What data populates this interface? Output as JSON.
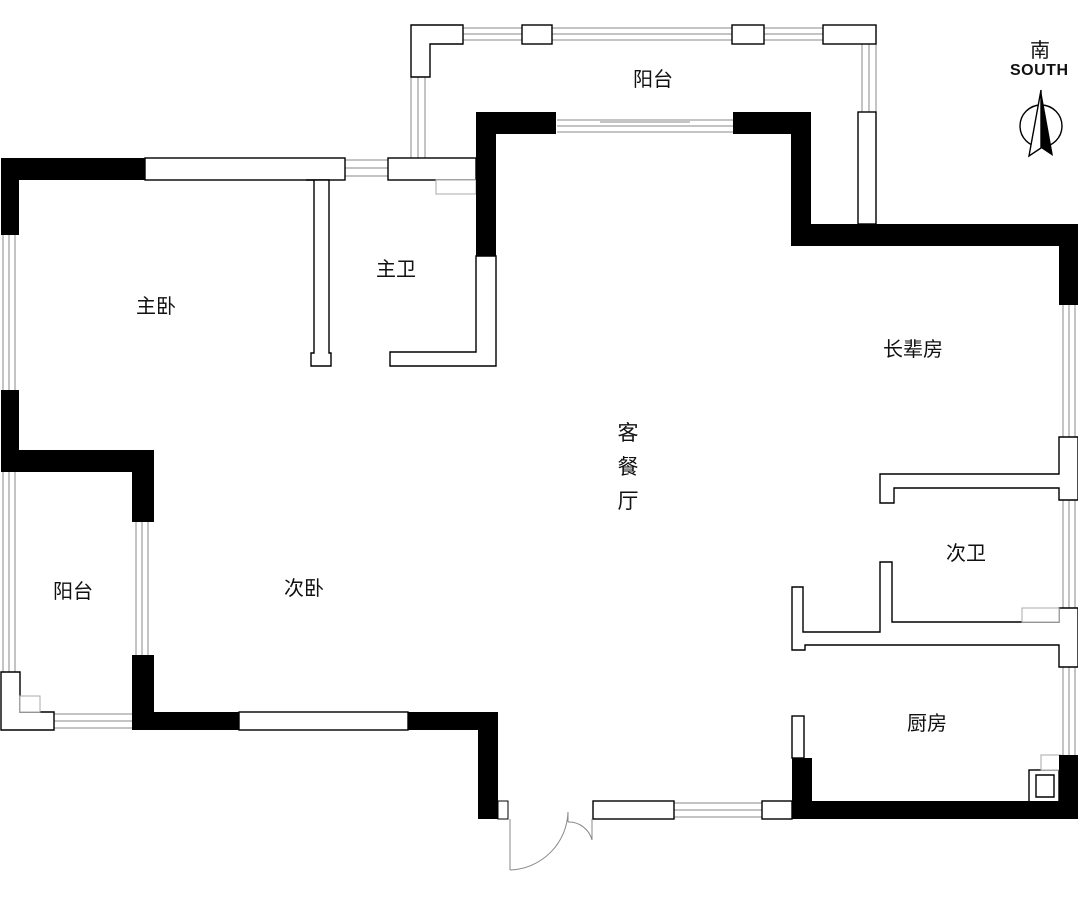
{
  "rooms": {
    "balcony_top": "阳台",
    "master_bedroom": "主卧",
    "master_bath": "主卫",
    "living_dining": "客餐厅",
    "elder_room": "长辈房",
    "second_bath": "次卫",
    "second_bedroom": "次卧",
    "balcony_left": "阳台",
    "kitchen": "厨房"
  },
  "compass": {
    "label_cn": "南",
    "label_en": "SOUTH"
  }
}
